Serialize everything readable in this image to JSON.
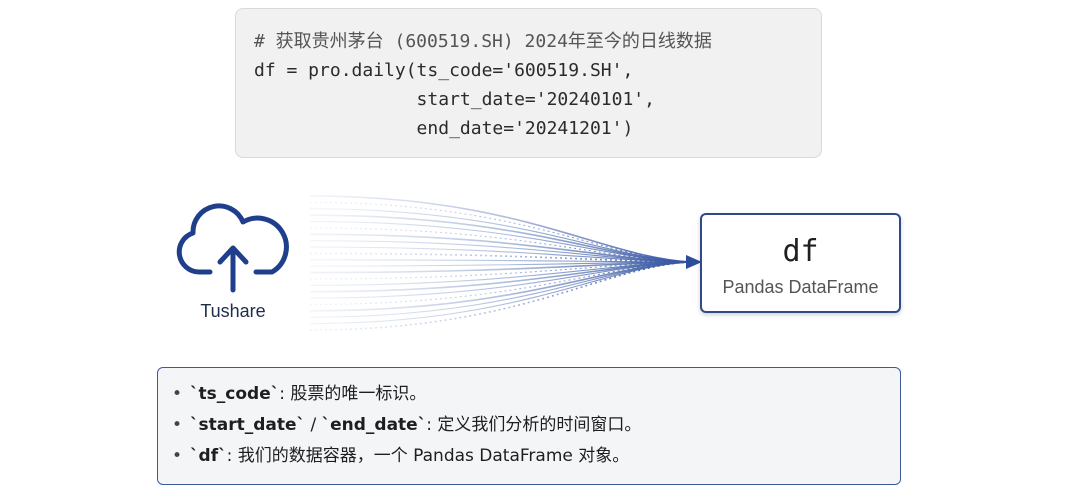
{
  "code": {
    "lines": [
      "# 获取贵州茅台 (600519.SH) 2024年至今的日线数据",
      "df = pro.daily(ts_code='600519.SH',",
      "               start_date='20240101',",
      "               end_date='20241201')"
    ]
  },
  "source": {
    "label": "Tushare",
    "icon": "cloud-upload-icon"
  },
  "target": {
    "title": "df",
    "subtitle": "Pandas DataFrame"
  },
  "notes": [
    {
      "term": "`ts_code`",
      "sep": "",
      "term2": "",
      "text": ": 股票的唯一标识。"
    },
    {
      "term": "`start_date`",
      "sep": " / ",
      "term2": "`end_date`",
      "text": ": 定义我们分析的时间窗口。"
    },
    {
      "term": "`df`",
      "sep": "",
      "term2": "",
      "text": ": 我们的数据容器，一个 Pandas DataFrame 对象。"
    }
  ],
  "colors": {
    "accent": "#2e4a8a",
    "icon": "#1f3f8c",
    "flow_dark": "#2d4d9c",
    "flow_light": "#b8c6e3"
  }
}
